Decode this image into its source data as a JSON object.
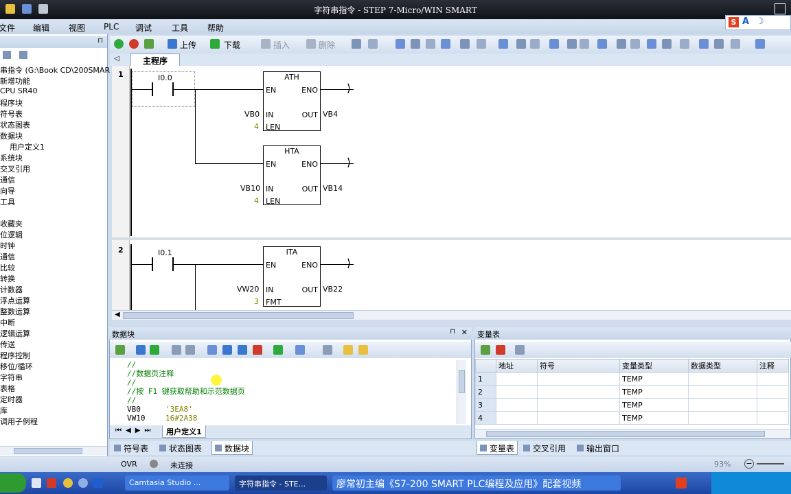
{
  "window": {
    "title": "字符串指令 - STEP 7-Micro/WIN SMART"
  },
  "menu": [
    "文件",
    "编辑",
    "视图",
    "PLC",
    "调试",
    "工具",
    "帮助"
  ],
  "toolbar": {
    "upload": "上传",
    "download": "下载",
    "insert": "插入",
    "delete": "删除"
  },
  "editor_tab": "主程序",
  "tree": [
    "串指令 (G:\\Book CD\\200SMAR",
    "新增功能",
    "CPU SR40",
    "程序块",
    "符号表",
    "状态图表",
    "数据块",
    "用户定义1",
    "系统块",
    "交叉引用",
    "通信",
    "向导",
    "工具",
    "",
    "收藏夹",
    "位逻辑",
    "时钟",
    "通信",
    "比较",
    "转换",
    "计数器",
    "浮点运算",
    "整数运算",
    "中断",
    "逻辑运算",
    "传送",
    "程序控制",
    "移位/循环",
    "字符串",
    "表格",
    "定时器",
    "库",
    "调用子例程"
  ],
  "ladder": {
    "rung1": {
      "number": "1",
      "contact": "I0.0",
      "blocks": [
        {
          "name": "ATH",
          "en": "EN",
          "eno": "ENO",
          "in_label": "IN",
          "out_label": "OUT",
          "len_label": "LEN",
          "in": "VB0",
          "out": "VB4",
          "len": "4"
        },
        {
          "name": "HTA",
          "en": "EN",
          "eno": "ENO",
          "in_label": "IN",
          "out_label": "OUT",
          "len_label": "LEN",
          "in": "VB10",
          "out": "VB14",
          "len": "4"
        }
      ]
    },
    "rung2": {
      "number": "2",
      "contact": "I0.1",
      "block": {
        "name": "ITA",
        "en": "EN",
        "eno": "ENO",
        "in_label": "IN",
        "out_label": "OUT",
        "fmt_label": "FMT",
        "in": "VW20",
        "out": "VB22",
        "fmt": "3"
      }
    }
  },
  "datablock": {
    "title": "数据块",
    "lines": [
      {
        "text": "//",
        "type": "cmt"
      },
      {
        "text": "//数据页注释",
        "type": "cmt"
      },
      {
        "text": "//",
        "type": "cmt"
      },
      {
        "text": "//按 F1 键获取帮助和示范数据页",
        "type": "cmt"
      },
      {
        "text": "//",
        "type": "cmt"
      },
      {
        "addr": "VB0",
        "value": "'3EA8'",
        "type": "data"
      },
      {
        "addr": "VW10",
        "value": "16#2A38",
        "type": "data"
      }
    ],
    "tab": "用户定义1"
  },
  "vartable": {
    "title": "变量表",
    "headers": [
      "",
      "地址",
      "符号",
      "变量类型",
      "数据类型",
      "注释"
    ],
    "rows": [
      [
        "1",
        "",
        "",
        "TEMP",
        "",
        ""
      ],
      [
        "2",
        "",
        "",
        "TEMP",
        "",
        ""
      ],
      [
        "3",
        "",
        "",
        "TEMP",
        "",
        ""
      ],
      [
        "4",
        "",
        "",
        "TEMP",
        "",
        ""
      ]
    ]
  },
  "bottom_tabs_left": [
    "符号表",
    "状态图表",
    "数据块"
  ],
  "bottom_tabs_right": [
    "变量表",
    "交叉引用",
    "输出窗口"
  ],
  "status": {
    "ovr": "OVR",
    "conn": "未连接",
    "zoom": "93%"
  },
  "taskbar": {
    "items": [
      "Camtasia Studio ...",
      "字符串指令 - STE...",
      "廖常初主编《S7-200 SMART PLC编程及应用》配套视频"
    ]
  },
  "ime": {
    "label": "S"
  }
}
